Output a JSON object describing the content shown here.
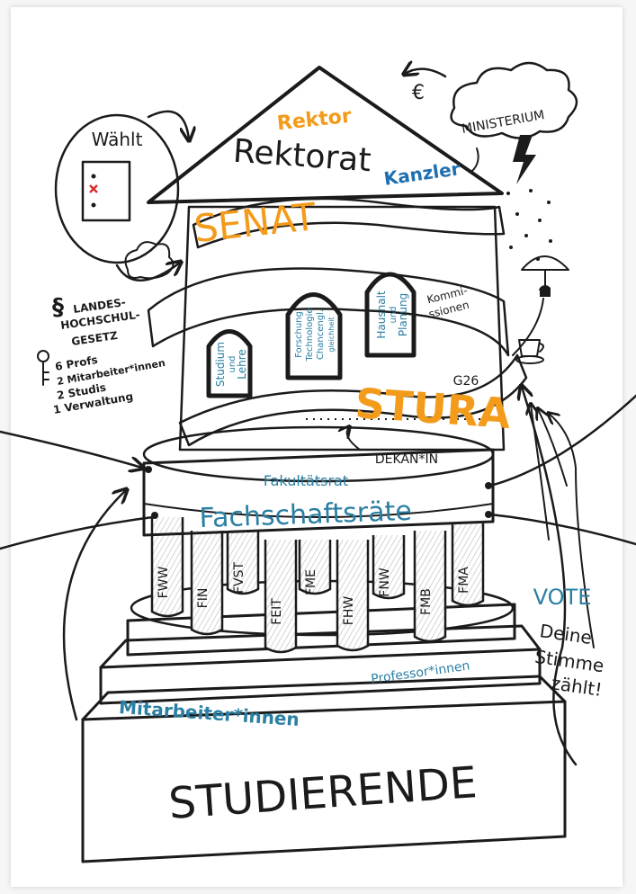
{
  "colors": {
    "ink": "#1b1b1b",
    "orange": "#f39b1a",
    "teal": "#2a7fa3",
    "blue": "#1f6fb0",
    "red": "#d93030"
  },
  "roof": {
    "title": "Rektorat",
    "rektor": "Rektor",
    "kanzler": "Kanzler"
  },
  "left": {
    "waehlt": "Wählt",
    "law_line1": "LANDES-",
    "law_line2": "HOCHSCHUL-",
    "law_line3": "GESETZ",
    "key_line1": "6 Profs",
    "key_line2": "2 Mitarbeiter*innen",
    "key_line3": "2 Studis",
    "key_line4": "1 Verwaltung"
  },
  "right": {
    "ministerium": "MINISTERIUM",
    "euro": "€",
    "vote": "VOTE",
    "deine": "Deine",
    "stimme": "Stimme",
    "zaehlt": "zählt!"
  },
  "tower": {
    "senat": "SENAT",
    "kommissionen_1": "Kommi-",
    "kommissionen_2": "ssionen",
    "window_1_line1": "Studium",
    "window_1_line2": "und",
    "window_1_line3": "Lehre",
    "window_2_line1": "Forschung",
    "window_2_line2": "Technologie",
    "window_2_line3": "Chancengl.",
    "window_2_line4": "gleichheit",
    "window_3_line1": "Haushalt",
    "window_3_line2": "und",
    "window_3_line3": "Planung",
    "g26": "G26",
    "stura": "STURA",
    "dekanin": "DEKAN*IN",
    "fakultaetsrat": "Fakultätsrat",
    "fachschaftsraete": "Fachschaftsräte"
  },
  "columns": [
    "FWW",
    "FIN",
    "FVST",
    "FEIT",
    "FME",
    "FHW",
    "FNW",
    "FMB",
    "FMA"
  ],
  "steps": {
    "professorinnen": "Professor*innen",
    "mitarbeiterinnen": "Mitarbeiter*innen",
    "studierende": "STUDIERENDE"
  }
}
